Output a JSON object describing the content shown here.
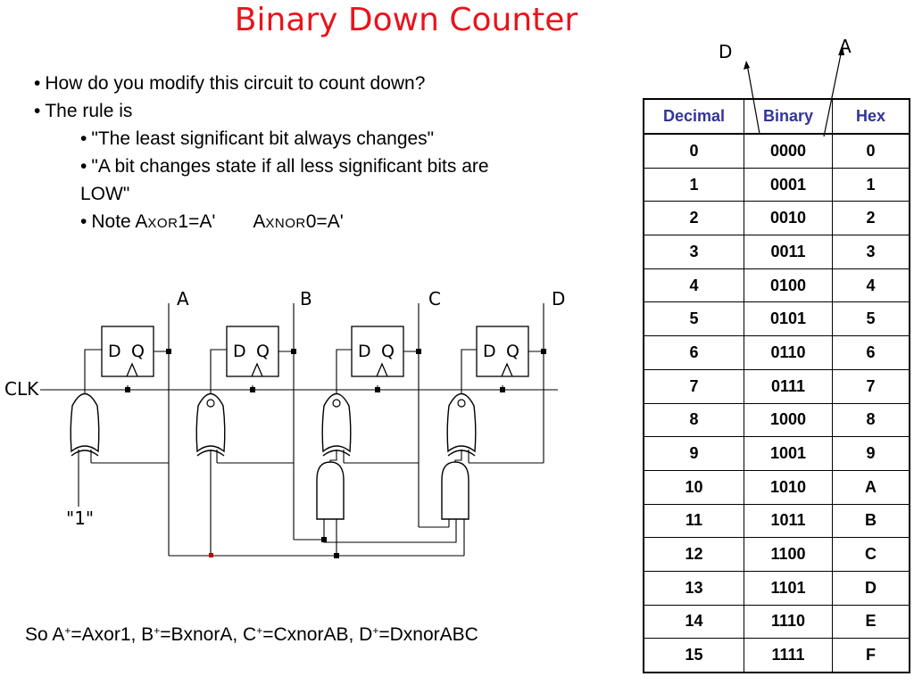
{
  "title": "Binary Down Counter",
  "bullets": {
    "q1": "How do you modify this circuit to count down?",
    "q2": "The rule is",
    "r1": "\"The least significant bit always changes\"",
    "r2": "\"A bit changes state if all less significant bits are LOW\"",
    "note": {
      "prefix": "Note A",
      "xor_small": "XOR",
      "xor_rest": "1=A'",
      "a2": "A",
      "xnor_small": "XNOR",
      "xnor_rest": "0=A'"
    }
  },
  "circuit": {
    "clk": "CLK",
    "one": "\"1\"",
    "ff_d": "D",
    "ff_q": "Q",
    "outputs": [
      "A",
      "B",
      "C",
      "D"
    ]
  },
  "bottom": {
    "s1": "So A",
    "p": "+",
    "s2": "=Axor1, B",
    "s3": "=BxnorA, C",
    "s4": "=CxnorAB, D",
    "s5": "=DxnorABC"
  },
  "arrows": {
    "d": "D",
    "a": "A"
  },
  "table": {
    "headers": [
      "Decimal",
      "Binary",
      "Hex"
    ],
    "rows": [
      [
        "0",
        "0000",
        "0"
      ],
      [
        "1",
        "0001",
        "1"
      ],
      [
        "2",
        "0010",
        "2"
      ],
      [
        "3",
        "0011",
        "3"
      ],
      [
        "4",
        "0100",
        "4"
      ],
      [
        "5",
        "0101",
        "5"
      ],
      [
        "6",
        "0110",
        "6"
      ],
      [
        "7",
        "0111",
        "7"
      ],
      [
        "8",
        "1000",
        "8"
      ],
      [
        "9",
        "1001",
        "9"
      ],
      [
        "10",
        "1010",
        "A"
      ],
      [
        "11",
        "1011",
        "B"
      ],
      [
        "12",
        "1100",
        "C"
      ],
      [
        "13",
        "1101",
        "D"
      ],
      [
        "14",
        "1110",
        "E"
      ],
      [
        "15",
        "1111",
        "F"
      ]
    ]
  }
}
